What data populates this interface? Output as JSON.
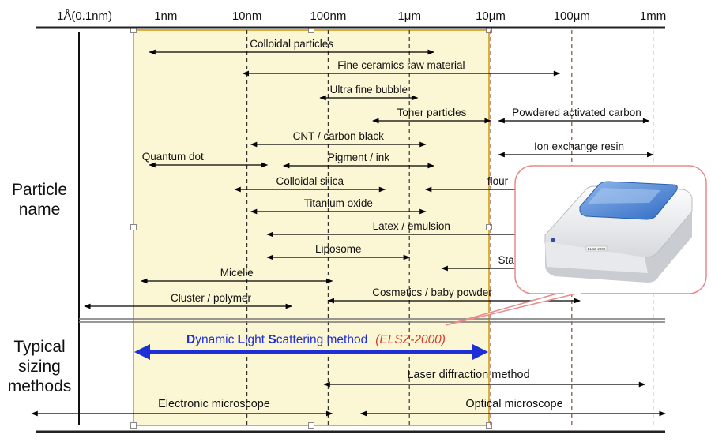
{
  "axis": {
    "ticks": [
      {
        "label": "1Å(0.1nm)",
        "exp": -10
      },
      {
        "label": "1nm",
        "exp": -9
      },
      {
        "label": "10nm",
        "exp": -8
      },
      {
        "label": "100nm",
        "exp": -7
      },
      {
        "label": "1μm",
        "exp": -6
      },
      {
        "label": "10μm",
        "exp": -5
      },
      {
        "label": "100μm",
        "exp": -4
      },
      {
        "label": "1mm",
        "exp": -3
      }
    ]
  },
  "sections": {
    "particle_label": [
      "Particle",
      "name"
    ],
    "methods_label": [
      "Typical",
      "sizing",
      "methods"
    ]
  },
  "particles": [
    {
      "name": "Colloidal particles",
      "from": -9.2,
      "to": -5.7
    },
    {
      "name": "Fine ceramics raw material",
      "from": -8.05,
      "to": -4.15
    },
    {
      "name": "Ultra fine bubble",
      "from": -7.1,
      "to": -5.9
    },
    {
      "name": "Toner particles",
      "from": -6.45,
      "to": -5.0
    },
    {
      "name": "Powdered activated carbon",
      "from": -4.9,
      "to": -3.05
    },
    {
      "name": "CNT / carbon black",
      "from": -7.95,
      "to": -5.8
    },
    {
      "name": "Ion exchange resin",
      "from": -4.9,
      "to": -3.0
    },
    {
      "name": "Quantum dot",
      "from": -9.2,
      "to": -7.75
    },
    {
      "name": "Pigment / ink",
      "from": -7.55,
      "to": -5.7
    },
    {
      "name": "Colloidal silica",
      "from": -8.15,
      "to": -6.3
    },
    {
      "name": "flour",
      "from": -5.8,
      "to": -3.95
    },
    {
      "name": "Titanium oxide",
      "from": -7.95,
      "to": -5.8
    },
    {
      "name": "Latex / emulsion",
      "from": -7.75,
      "to": -4.2
    },
    {
      "name": "Liposome",
      "from": -7.75,
      "to": -6.0
    },
    {
      "name": "Starch",
      "from": -5.6,
      "to": -4.1
    },
    {
      "name": "Micelle",
      "from": -9.3,
      "to": -6.95
    },
    {
      "name": "Cluster / polymer",
      "from": -10.0,
      "to": -7.45
    },
    {
      "name": "Cosmetics / baby powder",
      "from": -7.0,
      "to": -3.9
    }
  ],
  "methods": {
    "dls": {
      "name_parts": [
        "D",
        "ynamic ",
        "L",
        "ight ",
        "S",
        "cattering method"
      ],
      "model": "(ELSZ-2000)",
      "from": -10.0,
      "to": -5.0
    },
    "others": [
      {
        "name": "Laser diffraction method",
        "from": -7.05,
        "to": -3.1
      },
      {
        "name": "Electronic microscope",
        "from": -10.65,
        "to": -6.95
      },
      {
        "name": "Optical microscope",
        "from": -6.6,
        "to": -2.85
      }
    ]
  },
  "instrument_label": "ELSZ-2000",
  "colors": {
    "highlight_fill": "#fbf6d3",
    "highlight_border": "#d8b040",
    "dls_blue": "#1f2fd6",
    "model_red": "#d43a2a",
    "callout_border": "#e88a8a",
    "grid_black": "#333333",
    "grid_brown": "#8b4a3a"
  },
  "icons": [
    "instrument-image",
    "dls-arrow-icon"
  ]
}
